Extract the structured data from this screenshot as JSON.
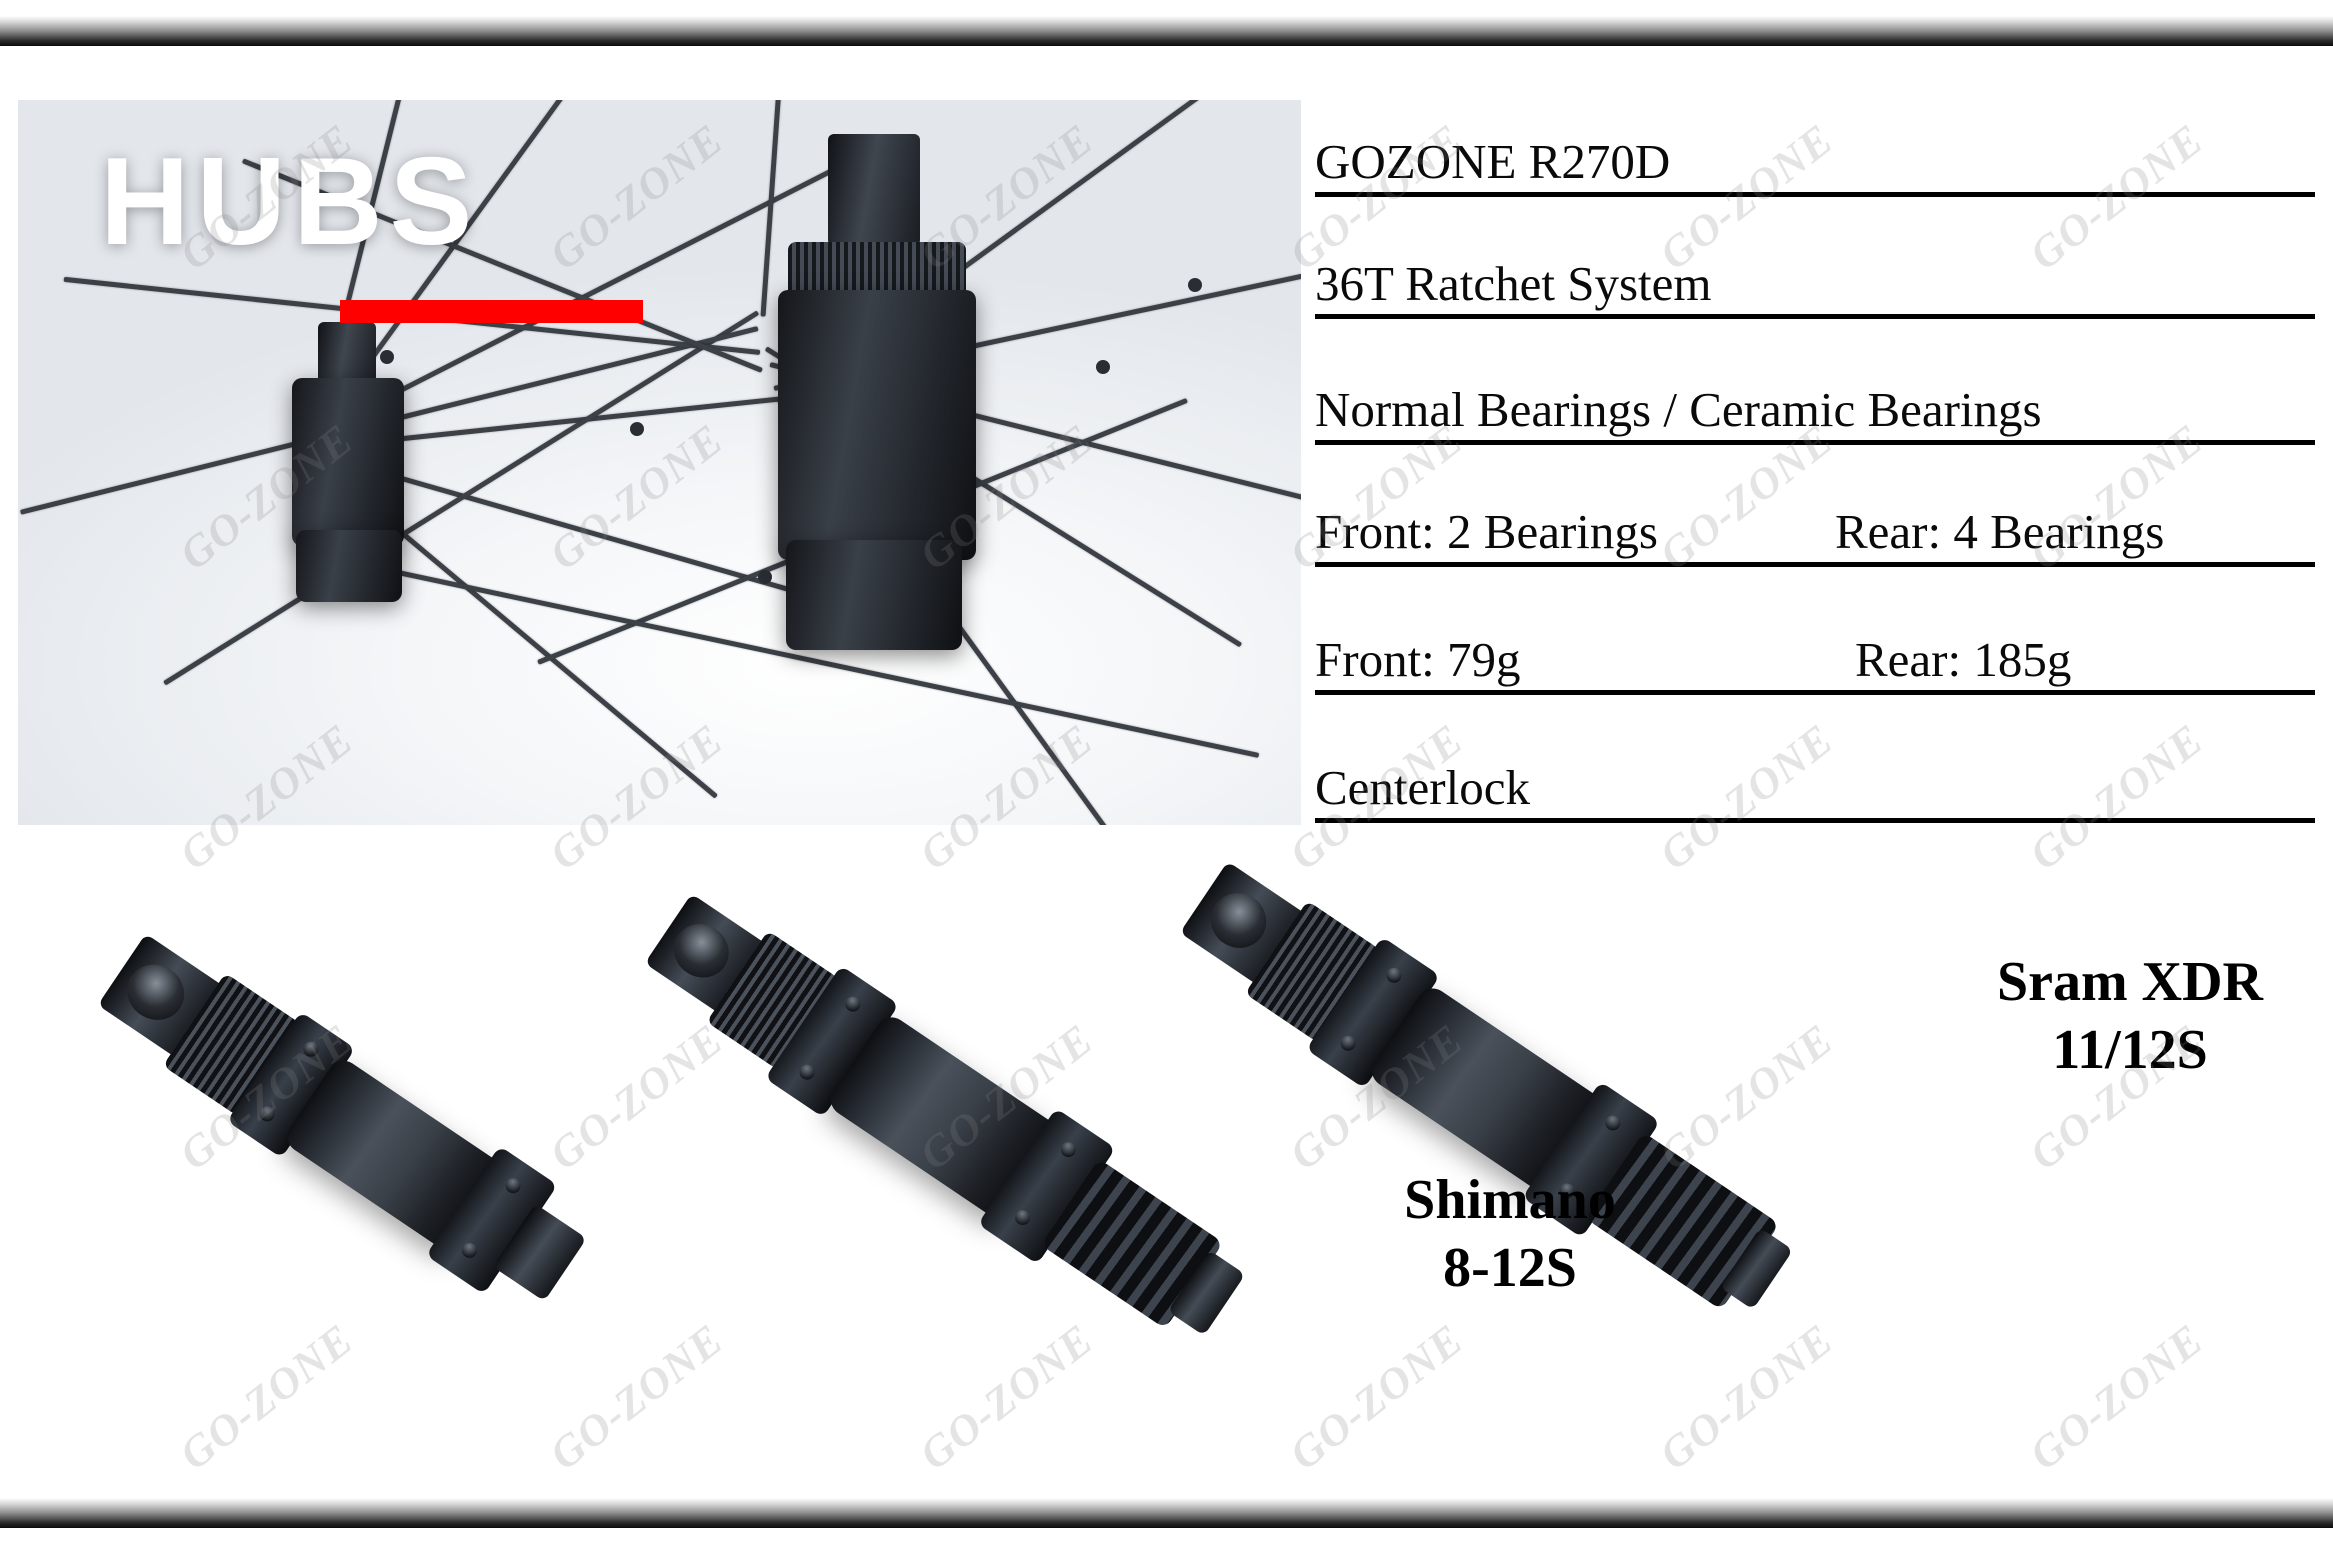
{
  "banner": {
    "title": "HUBS",
    "accent_color": "#ff0000"
  },
  "watermark": {
    "text": "GO-ZONE"
  },
  "spec": {
    "rows": [
      {
        "left": "GOZONE R270D",
        "right": ""
      },
      {
        "left": "36T Ratchet System",
        "right": ""
      },
      {
        "left": "Normal Bearings / Ceramic Bearings",
        "right": ""
      },
      {
        "left": "Front: 2 Bearings",
        "right": "Rear: 4 Bearings"
      },
      {
        "left": "Front: 79g",
        "right": "Rear: 185g"
      },
      {
        "left": "Centerlock",
        "right": ""
      }
    ]
  },
  "products": [
    {
      "name": "front-hub",
      "label_line1": "",
      "label_line2": ""
    },
    {
      "name": "shimano-rear-hub",
      "label_line1": "Shimano",
      "label_line2": "8-12S"
    },
    {
      "name": "sram-xdr-rear-hub",
      "label_line1": "Sram XDR",
      "label_line2": "11/12S"
    }
  ]
}
